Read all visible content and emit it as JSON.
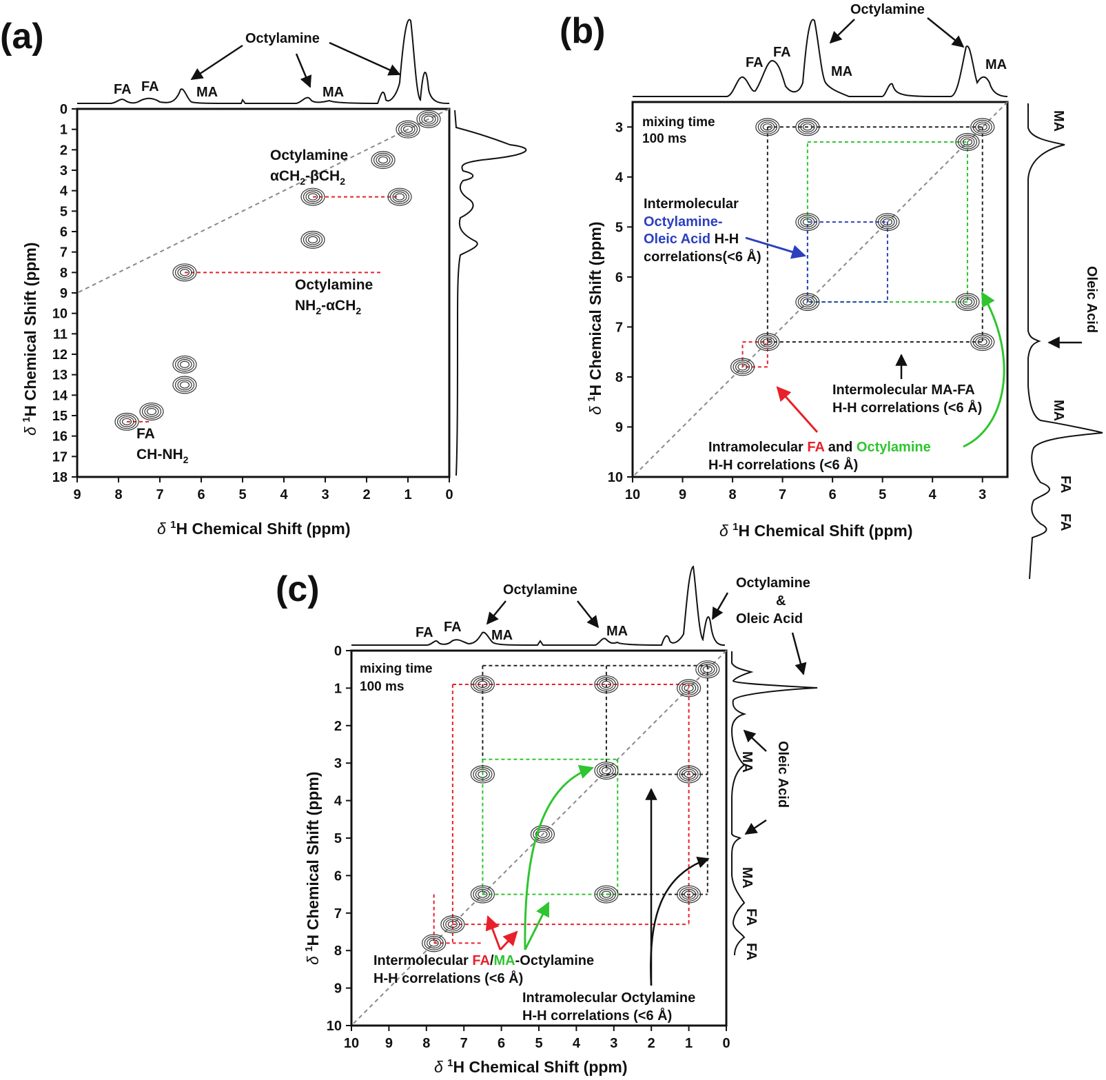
{
  "chart_data": [
    {
      "panel": "(a)",
      "type": "heatmap",
      "xlabel_pre": "δ ",
      "xlabel_sup": "1",
      "xlabel_post": "H Chemical Shift (ppm)",
      "ylabel_pre": "δ ",
      "ylabel_sup": "1",
      "ylabel_post": "H Chemical Shift (ppm)",
      "xlim": [
        9,
        0
      ],
      "ylim": [
        0,
        18
      ],
      "x_ticks": [
        9,
        8,
        7,
        6,
        5,
        4,
        3,
        2,
        1,
        0
      ],
      "y_ticks": [
        0,
        1,
        2,
        3,
        4,
        5,
        6,
        7,
        8,
        9,
        10,
        11,
        12,
        13,
        14,
        15,
        16,
        17,
        18
      ],
      "top_spectrum_labels": [
        "FA",
        "FA",
        "MA",
        "MA"
      ],
      "top_spectrum_annotation": "Octylamine",
      "annotations": [
        {
          "line1": "Octylamine",
          "line2": "αCH",
          "sub": "2",
          "line2b": "-βCH",
          "sub2": "2"
        },
        {
          "line1": "Octylamine",
          "line2": "NH",
          "sub": "2",
          "line2b": "-αCH",
          "sub2": "2"
        },
        {
          "line1": "FA",
          "line2": "CH-NH",
          "sub": "2"
        }
      ],
      "cross_peaks": [
        {
          "x": 3.3,
          "y": 4.3,
          "x2": 1.2,
          "y2": 4.3
        },
        {
          "x": 6.4,
          "y": 8.0,
          "x2": 1.6,
          "y2": 8.0
        },
        {
          "x": 7.8,
          "y": 15.3,
          "x2": 7.2,
          "y2": 15.3
        }
      ],
      "peaks": [
        {
          "x": 7.8,
          "y": 15.3
        },
        {
          "x": 7.2,
          "y": 14.8
        },
        {
          "x": 6.4,
          "y": 8.0
        },
        {
          "x": 6.4,
          "y": 12.5
        },
        {
          "x": 6.4,
          "y": 13.5
        },
        {
          "x": 3.3,
          "y": 4.3
        },
        {
          "x": 3.3,
          "y": 6.4
        },
        {
          "x": 1.2,
          "y": 4.3
        },
        {
          "x": 1.6,
          "y": 2.5
        },
        {
          "x": 1.0,
          "y": 1.0
        },
        {
          "x": 0.5,
          "y": 0.5
        }
      ]
    },
    {
      "panel": "(b)",
      "type": "heatmap",
      "xlabel_pre": "δ ",
      "xlabel_sup": "1",
      "xlabel_post": "H Chemical Shift (ppm)",
      "ylabel_pre": "δ ",
      "ylabel_sup": "1",
      "ylabel_post": "H Chemical Shift (ppm)",
      "xlim": [
        10,
        2.5
      ],
      "ylim": [
        2.5,
        10
      ],
      "x_ticks": [
        10,
        9,
        8,
        7,
        6,
        5,
        4,
        3
      ],
      "y_ticks": [
        3,
        4,
        5,
        6,
        7,
        8,
        9,
        10
      ],
      "mixing_time": [
        "mixing time",
        "100 ms"
      ],
      "top_spectrum_labels": [
        "FA",
        "FA",
        "MA",
        "MA"
      ],
      "top_spectrum_annotation": "Octylamine",
      "right_spectrum_labels": [
        "MA",
        "MA",
        "FA",
        "FA"
      ],
      "right_spectrum_annotation": "Oleic Acid",
      "annotations": {
        "intermolecular_oleic": [
          "Intermolecular",
          "Octylamine-",
          "Oleic Acid",
          " H-H",
          "correlations(<6 Å)"
        ],
        "intermolecular_mafa": [
          "Intermolecular MA-FA",
          "H-H correlations (<6 Å)"
        ],
        "intramolecular": [
          "Intramolecular ",
          "FA",
          " and ",
          "Octylamine",
          "H-H correlations (<6 Å)"
        ]
      },
      "peaks": [
        {
          "x": 7.8,
          "y": 7.8
        },
        {
          "x": 7.3,
          "y": 7.3
        },
        {
          "x": 6.5,
          "y": 6.5
        },
        {
          "x": 4.9,
          "y": 4.9
        },
        {
          "x": 3.3,
          "y": 3.3
        },
        {
          "x": 3.0,
          "y": 3.0
        },
        {
          "x": 6.5,
          "y": 3.0
        },
        {
          "x": 3.3,
          "y": 6.5
        },
        {
          "x": 7.3,
          "y": 3.0
        },
        {
          "x": 3.0,
          "y": 7.3
        },
        {
          "x": 6.5,
          "y": 4.9
        }
      ]
    },
    {
      "panel": "(c)",
      "type": "heatmap",
      "xlabel_pre": "δ ",
      "xlabel_sup": "1",
      "xlabel_post": "H Chemical Shift (ppm)",
      "ylabel_pre": "δ ",
      "ylabel_sup": "1",
      "ylabel_post": "H Chemical Shift (ppm)",
      "xlim": [
        10,
        0
      ],
      "ylim": [
        0,
        10
      ],
      "x_ticks": [
        10,
        9,
        8,
        7,
        6,
        5,
        4,
        3,
        2,
        1,
        0
      ],
      "y_ticks": [
        0,
        1,
        2,
        3,
        4,
        5,
        6,
        7,
        8,
        9,
        10
      ],
      "mixing_time": [
        "mixing time",
        "100 ms"
      ],
      "top_spectrum_labels": [
        "FA",
        "FA",
        "MA",
        "MA"
      ],
      "top_spectrum_annotation": "Octylamine",
      "top_right_annotation": [
        "Octylamine",
        "&",
        "Oleic Acid"
      ],
      "right_spectrum_labels": [
        "MA",
        "MA",
        "FA",
        "FA"
      ],
      "right_spectrum_annotation": "Oleic Acid",
      "annotations": {
        "intermolecular": [
          "Intermolecular ",
          "FA",
          "/",
          "MA",
          "-Octylamine",
          "H-H correlations (<6 Å)"
        ],
        "intramolecular": [
          "Intramolecular Octylamine",
          "H-H correlations (<6 Å)"
        ]
      },
      "peaks": [
        {
          "x": 7.8,
          "y": 7.8
        },
        {
          "x": 7.3,
          "y": 7.3
        },
        {
          "x": 6.5,
          "y": 6.5
        },
        {
          "x": 6.5,
          "y": 0.9
        },
        {
          "x": 6.5,
          "y": 3.3
        },
        {
          "x": 3.2,
          "y": 0.9
        },
        {
          "x": 3.2,
          "y": 3.2
        },
        {
          "x": 3.2,
          "y": 6.5
        },
        {
          "x": 4.9,
          "y": 4.9
        },
        {
          "x": 1.0,
          "y": 1.0
        },
        {
          "x": 0.5,
          "y": 0.5
        },
        {
          "x": 1.0,
          "y": 6.5
        },
        {
          "x": 1.0,
          "y": 3.3
        }
      ]
    }
  ],
  "colors": {
    "axis": "#111111",
    "contour": "#333333",
    "diagonal": "#888888",
    "red": "#e8202a",
    "green": "#2ec52e",
    "blue": "#2b3fbf",
    "black_dash": "#222222"
  }
}
